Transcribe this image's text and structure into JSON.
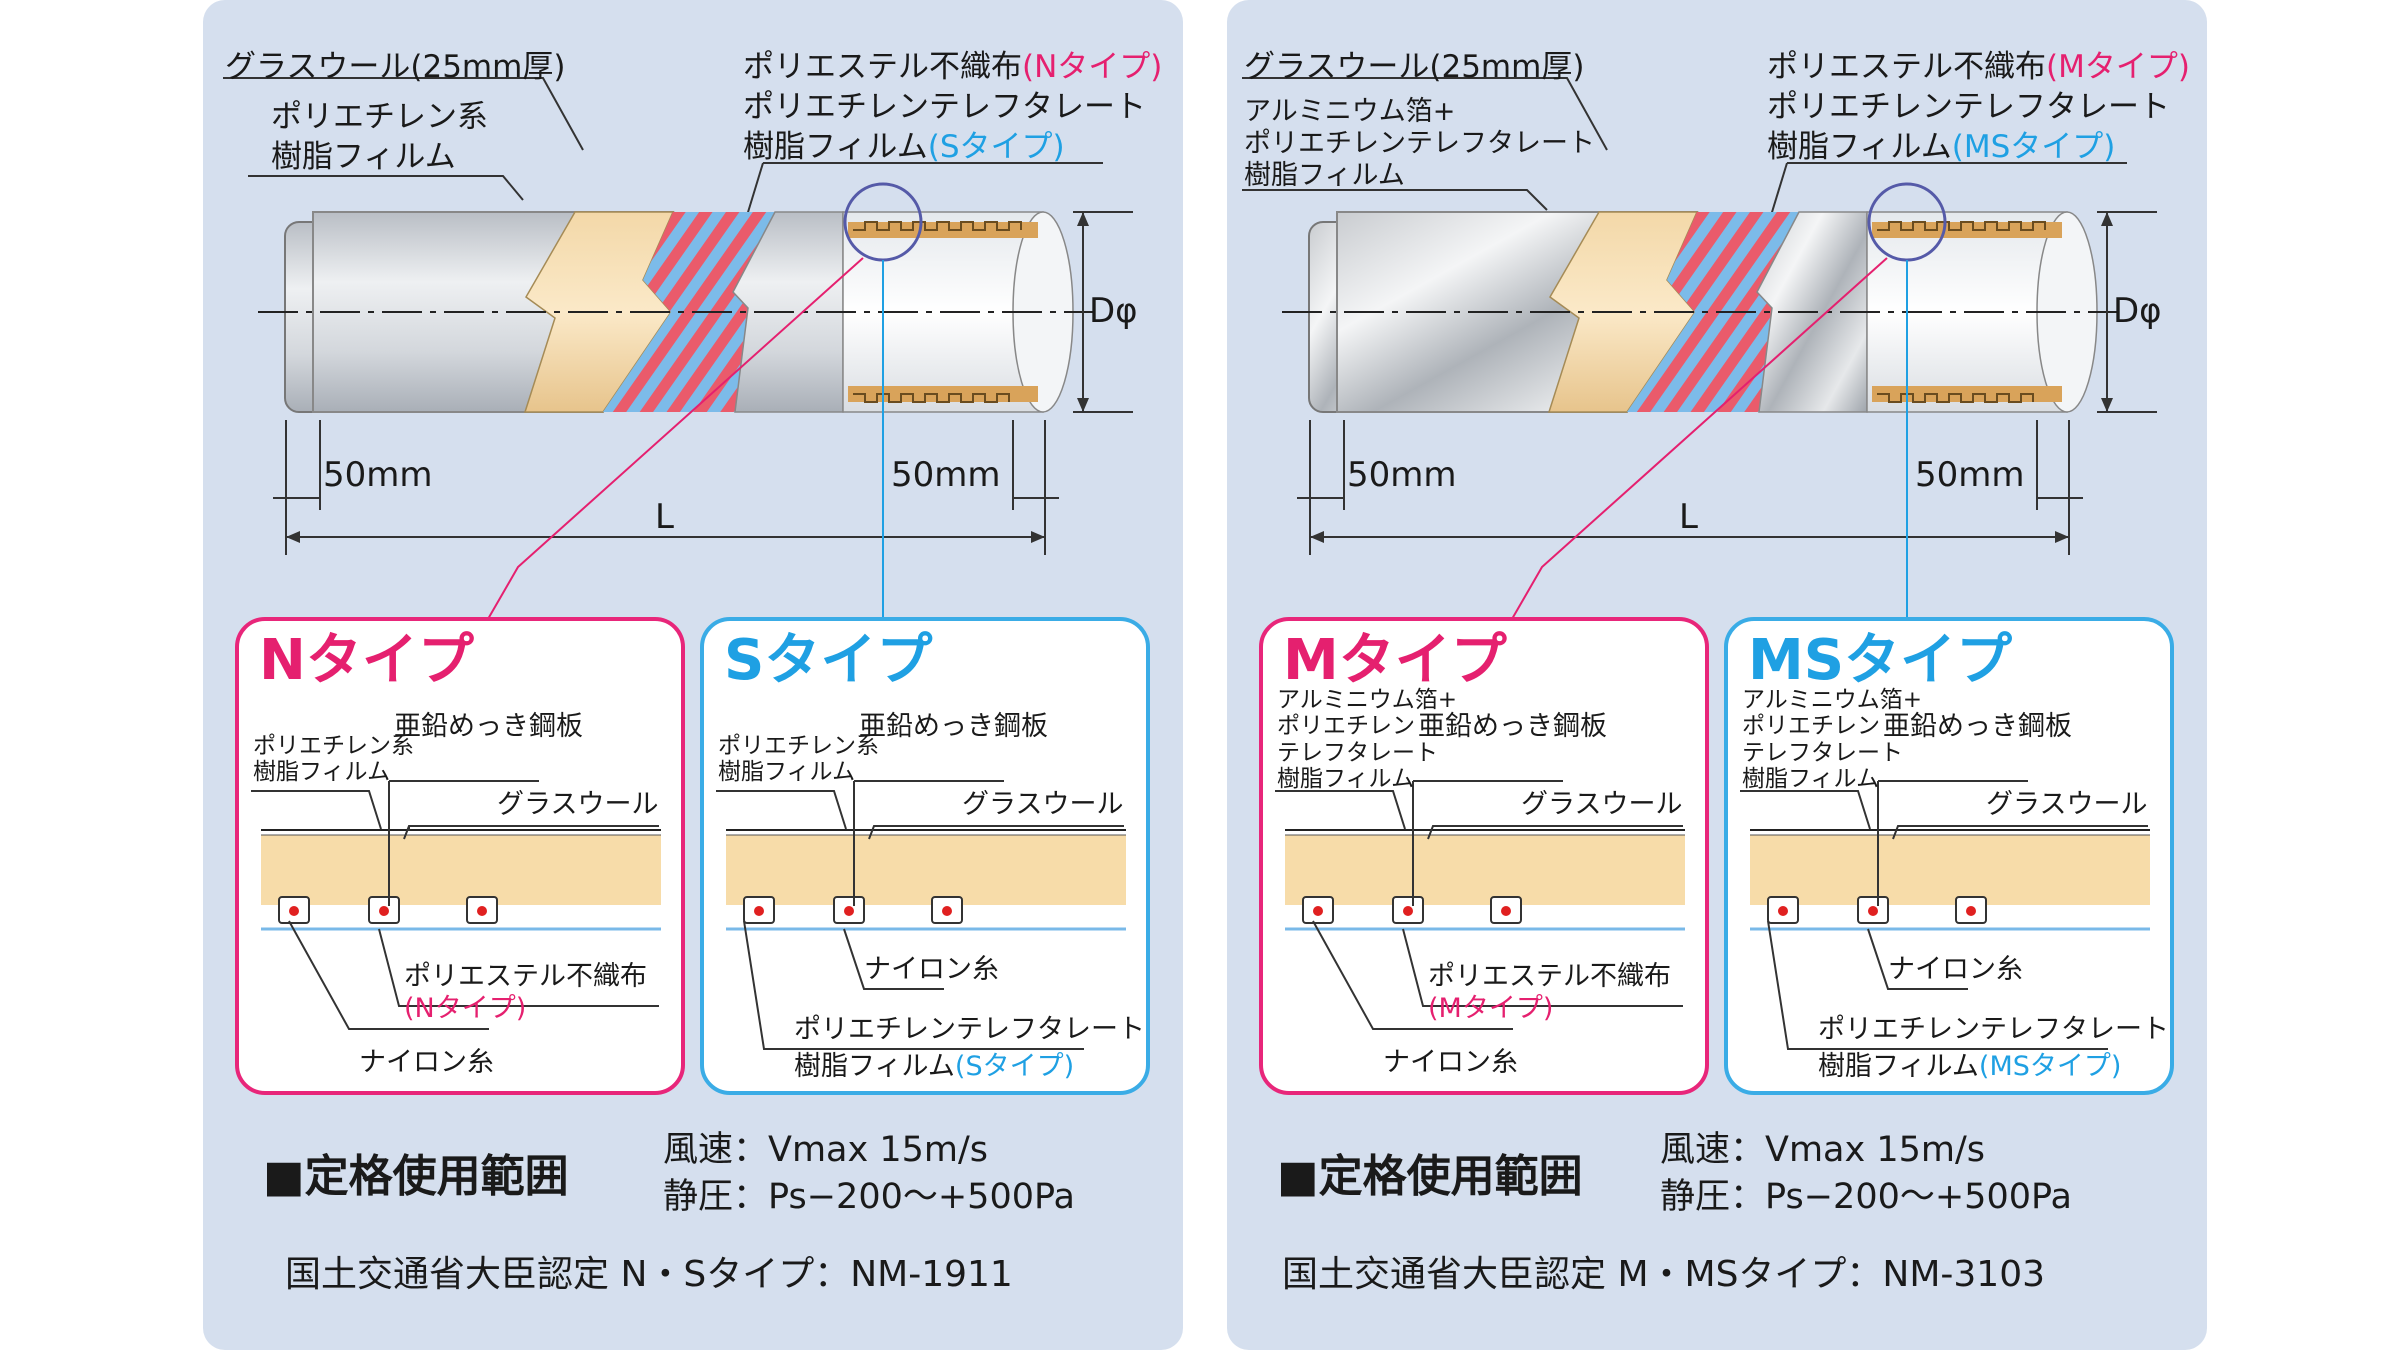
{
  "left": {
    "top_labels": {
      "glass_wool": "グラスウール(25mm厚)",
      "pe_film_l1": "ポリエチレン系",
      "pe_film_l2": "樹脂フィルム",
      "polyester_prefix": "ポリエステル不織布",
      "polyester_type": "(Nタイプ)",
      "pet_l1": "ポリエチレンテレフタレート",
      "pet_prefix": "樹脂フィルム",
      "pet_type": "(Sタイプ)"
    },
    "dims": {
      "d": "Dφ",
      "end_left": "50mm",
      "end_right": "50mm",
      "length": "L"
    },
    "boxes": [
      {
        "title": "Nタイプ",
        "film_label": "ポリエチレン系\n樹脂フィルム",
        "steel_label": "亜鉛めっき鋼板",
        "glass_label": "グラスウール",
        "nylon_label": "ナイロン糸",
        "liner_label": "ポリエステル不織布",
        "liner_type": "(Nタイプ)"
      },
      {
        "title": "Sタイプ",
        "film_label": "ポリエチレン系\n樹脂フィルム",
        "steel_label": "亜鉛めっき鋼板",
        "glass_label": "グラスウール",
        "nylon_label": "ナイロン糸",
        "liner_label_l1": "ポリエチレンテレフタレート",
        "liner_label_l2": "樹脂フィルム",
        "liner_type": "(Sタイプ)"
      }
    ],
    "range_title": "■定格使用範囲",
    "spec_wind": "風速：Vmax 15m/s",
    "spec_pressure": "静圧：Ps−200～+500Pa",
    "certification": "国土交通省大臣認定 N・Sタイプ：NM-1911"
  },
  "right": {
    "top_labels": {
      "glass_wool": "グラスウール(25mm厚)",
      "al_l1": "アルミニウム箔+",
      "al_l2": "ポリエチレンテレフタレート",
      "al_l3": "樹脂フィルム",
      "polyester_prefix": "ポリエステル不織布",
      "polyester_type": "(Mタイプ)",
      "pet_l1": "ポリエチレンテレフタレート",
      "pet_prefix": "樹脂フィルム",
      "pet_type": "(MSタイプ)"
    },
    "dims": {
      "d": "Dφ",
      "end_left": "50mm",
      "end_right": "50mm",
      "length": "L"
    },
    "boxes": [
      {
        "title": "Mタイプ",
        "film_label": "アルミニウム箔+\nポリエチレン\nテレフタレート\n樹脂フィルム",
        "steel_label": "亜鉛めっき鋼板",
        "glass_label": "グラスウール",
        "nylon_label": "ナイロン糸",
        "liner_label": "ポリエステル不織布",
        "liner_type": "(Mタイプ)"
      },
      {
        "title": "MSタイプ",
        "film_label": "アルミニウム箔+\nポリエチレン\nテレフタレート\n樹脂フィルム",
        "steel_label": "亜鉛めっき鋼板",
        "glass_label": "グラスウール",
        "nylon_label": "ナイロン糸",
        "liner_label_l1": "ポリエチレンテレフタレート",
        "liner_label_l2": "樹脂フィルム",
        "liner_type": "(MSタイプ)"
      }
    ],
    "range_title": "■定格使用範囲",
    "spec_wind": "風速：Vmax 15m/s",
    "spec_pressure": "静圧：Ps−200～+500Pa",
    "certification": "国土交通省大臣認定 M・MSタイプ：NM-3103"
  },
  "colors": {
    "panel_bg": "#d5dfee",
    "magenta": "#e5206f",
    "cyan": "#1fa0e3",
    "glass_wool": "#f7dca9",
    "stripe_red": "#ec5a6a",
    "stripe_blue": "#79b9e8"
  }
}
